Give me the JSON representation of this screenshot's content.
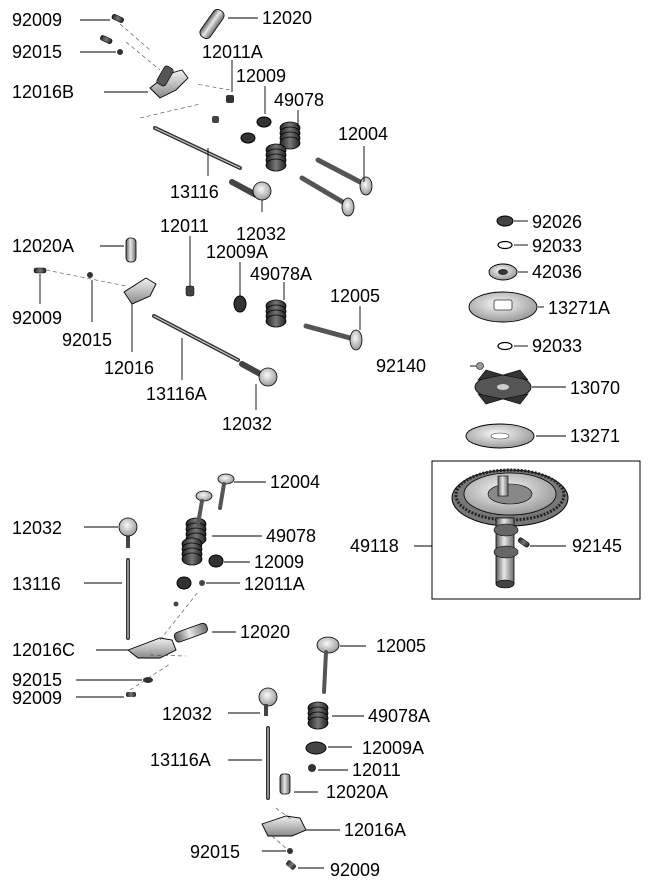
{
  "diagram": {
    "callouts": [
      {
        "id": "c1",
        "text": "92009"
      },
      {
        "id": "c2",
        "text": "12020"
      },
      {
        "id": "c3",
        "text": "92015"
      },
      {
        "id": "c4",
        "text": "12011A"
      },
      {
        "id": "c5",
        "text": "12009"
      },
      {
        "id": "c6",
        "text": "12016B"
      },
      {
        "id": "c7",
        "text": "49078"
      },
      {
        "id": "c8",
        "text": "12004"
      },
      {
        "id": "c9",
        "text": "13116"
      },
      {
        "id": "c10",
        "text": "12032"
      },
      {
        "id": "c11",
        "text": "12020A"
      },
      {
        "id": "c12",
        "text": "12011"
      },
      {
        "id": "c13",
        "text": "12009A"
      },
      {
        "id": "c14",
        "text": "49078A"
      },
      {
        "id": "c15",
        "text": "12005"
      },
      {
        "id": "c16",
        "text": "92009"
      },
      {
        "id": "c17",
        "text": "92015"
      },
      {
        "id": "c18",
        "text": "12016"
      },
      {
        "id": "c19",
        "text": "13116A"
      },
      {
        "id": "c20",
        "text": "12032"
      },
      {
        "id": "c21",
        "text": "92026"
      },
      {
        "id": "c22",
        "text": "92033"
      },
      {
        "id": "c23",
        "text": "42036"
      },
      {
        "id": "c24",
        "text": "13271A"
      },
      {
        "id": "c25",
        "text": "92033"
      },
      {
        "id": "c26",
        "text": "92140"
      },
      {
        "id": "c27",
        "text": "13070"
      },
      {
        "id": "c28",
        "text": "13271"
      },
      {
        "id": "c29",
        "text": "12004"
      },
      {
        "id": "c30",
        "text": "12032"
      },
      {
        "id": "c31",
        "text": "49078"
      },
      {
        "id": "c32",
        "text": "49118"
      },
      {
        "id": "c33",
        "text": "92145"
      },
      {
        "id": "c34",
        "text": "12009"
      },
      {
        "id": "c35",
        "text": "13116"
      },
      {
        "id": "c36",
        "text": "12011A"
      },
      {
        "id": "c37",
        "text": "12020"
      },
      {
        "id": "c38",
        "text": "12016C"
      },
      {
        "id": "c39",
        "text": "12005"
      },
      {
        "id": "c40",
        "text": "92015"
      },
      {
        "id": "c41",
        "text": "92009"
      },
      {
        "id": "c42",
        "text": "12032"
      },
      {
        "id": "c43",
        "text": "49078A"
      },
      {
        "id": "c44",
        "text": "13116A"
      },
      {
        "id": "c45",
        "text": "12009A"
      },
      {
        "id": "c46",
        "text": "12011"
      },
      {
        "id": "c47",
        "text": "12020A"
      },
      {
        "id": "c48",
        "text": "12016A"
      },
      {
        "id": "c49",
        "text": "92015"
      },
      {
        "id": "c50",
        "text": "92009"
      }
    ]
  }
}
